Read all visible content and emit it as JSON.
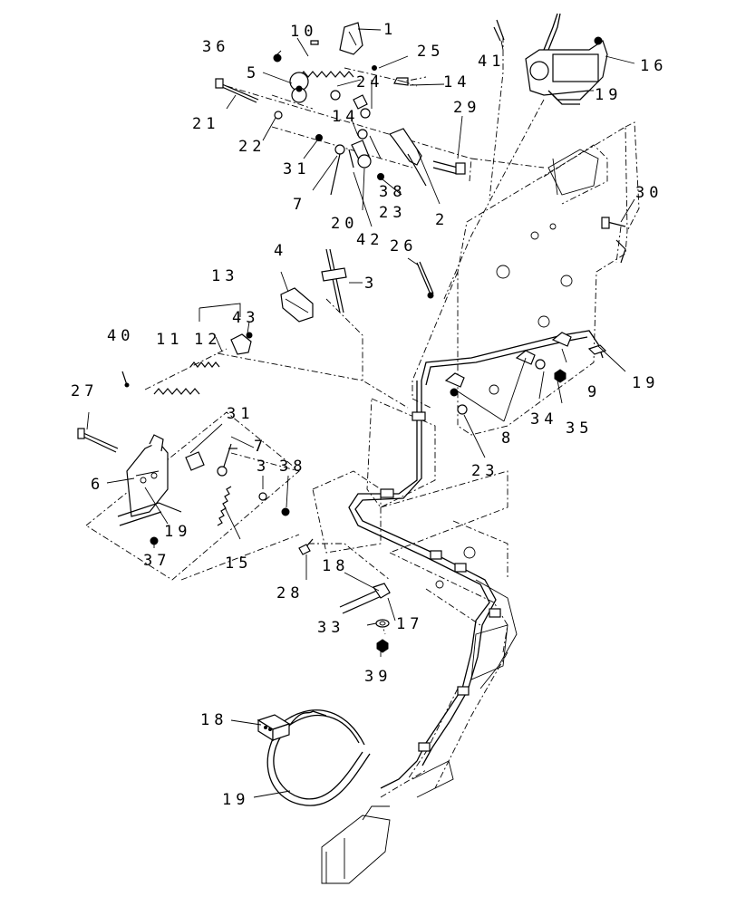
{
  "diagram": {
    "callouts": [
      {
        "id": "c1",
        "text": "1"
      },
      {
        "id": "c10",
        "text": "10"
      },
      {
        "id": "c36",
        "text": "36"
      },
      {
        "id": "c25",
        "text": "25"
      },
      {
        "id": "c5",
        "text": "5"
      },
      {
        "id": "c24",
        "text": "24"
      },
      {
        "id": "c14a",
        "text": "14"
      },
      {
        "id": "c21",
        "text": "21"
      },
      {
        "id": "c14b",
        "text": "14"
      },
      {
        "id": "c29",
        "text": "29"
      },
      {
        "id": "c22",
        "text": "22"
      },
      {
        "id": "c31a",
        "text": "31"
      },
      {
        "id": "c38a",
        "text": "38"
      },
      {
        "id": "c7a",
        "text": "7"
      },
      {
        "id": "c23a",
        "text": "23"
      },
      {
        "id": "c2",
        "text": "2"
      },
      {
        "id": "c20",
        "text": "20"
      },
      {
        "id": "c42",
        "text": "42"
      },
      {
        "id": "c41",
        "text": "41"
      },
      {
        "id": "c16",
        "text": "16"
      },
      {
        "id": "c19a",
        "text": "19"
      },
      {
        "id": "c30",
        "text": "30"
      },
      {
        "id": "c26",
        "text": "26"
      },
      {
        "id": "c4",
        "text": "4"
      },
      {
        "id": "c3a",
        "text": "3"
      },
      {
        "id": "c13",
        "text": "13"
      },
      {
        "id": "c43",
        "text": "43"
      },
      {
        "id": "c40",
        "text": "40"
      },
      {
        "id": "c11",
        "text": "11"
      },
      {
        "id": "c12",
        "text": "12"
      },
      {
        "id": "c19b",
        "text": "19"
      },
      {
        "id": "c9",
        "text": "9"
      },
      {
        "id": "c34",
        "text": "34"
      },
      {
        "id": "c35",
        "text": "35"
      },
      {
        "id": "c8",
        "text": "8"
      },
      {
        "id": "c27",
        "text": "27"
      },
      {
        "id": "c31b",
        "text": "31"
      },
      {
        "id": "c7b",
        "text": "7"
      },
      {
        "id": "c23b",
        "text": "23"
      },
      {
        "id": "c6",
        "text": "6"
      },
      {
        "id": "c3b",
        "text": "3"
      },
      {
        "id": "c38b",
        "text": "38"
      },
      {
        "id": "c19c",
        "text": "19"
      },
      {
        "id": "c37",
        "text": "37"
      },
      {
        "id": "c15",
        "text": "15"
      },
      {
        "id": "c28",
        "text": "28"
      },
      {
        "id": "c18a",
        "text": "18"
      },
      {
        "id": "c17",
        "text": "17"
      },
      {
        "id": "c33",
        "text": "33"
      },
      {
        "id": "c39",
        "text": "39"
      },
      {
        "id": "c18b",
        "text": "18"
      },
      {
        "id": "c19d",
        "text": "19"
      }
    ]
  }
}
